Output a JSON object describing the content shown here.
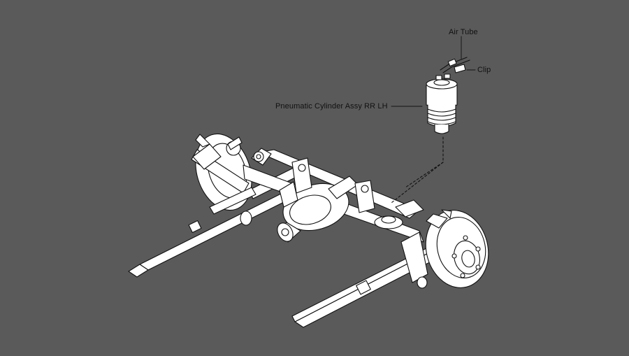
{
  "diagram": {
    "background_color": "#5a5a5a",
    "stroke_color": "#111111",
    "fill_color": "#ffffff",
    "callouts": {
      "air_tube": "Air Tube",
      "clip": "Clip",
      "pneumatic_cylinder": "Pneumatic Cylinder Assy RR LH"
    }
  }
}
